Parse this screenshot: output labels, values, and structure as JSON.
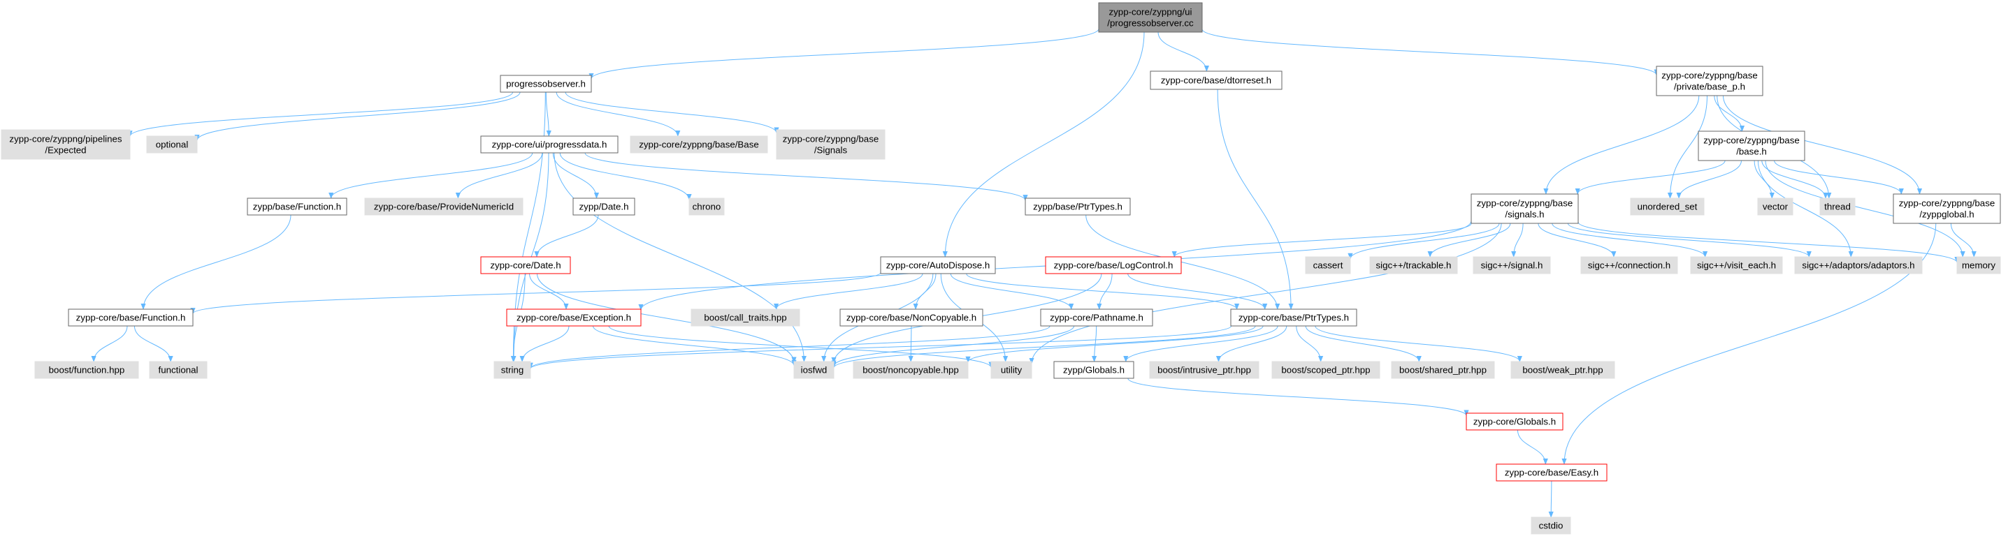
{
  "colors": {
    "edge": "#63b8ff",
    "root_fill": "#999999",
    "root_stroke": "#666666",
    "normal_fill": "#ffffff",
    "normal_stroke": "#666666",
    "external_fill": "#e0e0e0",
    "red_stroke": "#ff0000"
  },
  "nodes": [
    {
      "id": "root",
      "lines": [
        "zypp-core/zyppng/ui",
        "/progressobserver.cc"
      ],
      "kind": "root"
    },
    {
      "id": "progressobserver",
      "lines": [
        "progressobserver.h"
      ],
      "kind": "normal"
    },
    {
      "id": "dtorreset",
      "lines": [
        "zypp-core/base/dtorreset.h"
      ],
      "kind": "normal"
    },
    {
      "id": "base_p",
      "lines": [
        "zypp-core/zyppng/base",
        "/private/base_p.h"
      ],
      "kind": "normal"
    },
    {
      "id": "pipelines_expected",
      "lines": [
        "zypp-core/zyppng/pipelines",
        "/Expected"
      ],
      "kind": "external"
    },
    {
      "id": "optional",
      "lines": [
        "optional"
      ],
      "kind": "external"
    },
    {
      "id": "progressdata",
      "lines": [
        "zypp-core/ui/progressdata.h"
      ],
      "kind": "normal"
    },
    {
      "id": "zyppng_base_Base",
      "lines": [
        "zypp-core/zyppng/base/Base"
      ],
      "kind": "external"
    },
    {
      "id": "zyppng_base_Signals",
      "lines": [
        "zypp-core/zyppng/base",
        "/Signals"
      ],
      "kind": "external"
    },
    {
      "id": "base_h",
      "lines": [
        "zypp-core/zyppng/base",
        "/base.h"
      ],
      "kind": "normal"
    },
    {
      "id": "signals_h",
      "lines": [
        "zypp-core/zyppng/base",
        "/signals.h"
      ],
      "kind": "normal"
    },
    {
      "id": "zyppglobal",
      "lines": [
        "zypp-core/zyppng/base",
        "/zyppglobal.h"
      ],
      "kind": "normal"
    },
    {
      "id": "unordered_set",
      "lines": [
        "unordered_set"
      ],
      "kind": "external"
    },
    {
      "id": "vector",
      "lines": [
        "vector"
      ],
      "kind": "external"
    },
    {
      "id": "thread",
      "lines": [
        "thread"
      ],
      "kind": "external"
    },
    {
      "id": "zypp_base_Function",
      "lines": [
        "zypp/base/Function.h"
      ],
      "kind": "normal"
    },
    {
      "id": "ProvideNumericId",
      "lines": [
        "zypp-core/base/ProvideNumericId"
      ],
      "kind": "external"
    },
    {
      "id": "zypp_Date",
      "lines": [
        "zypp/Date.h"
      ],
      "kind": "normal"
    },
    {
      "id": "chrono",
      "lines": [
        "chrono"
      ],
      "kind": "external"
    },
    {
      "id": "zypp_base_PtrTypes",
      "lines": [
        "zypp/base/PtrTypes.h"
      ],
      "kind": "normal"
    },
    {
      "id": "core_Date",
      "lines": [
        "zypp-core/Date.h"
      ],
      "kind": "red"
    },
    {
      "id": "AutoDispose",
      "lines": [
        "zypp-core/AutoDispose.h"
      ],
      "kind": "normal"
    },
    {
      "id": "LogControl",
      "lines": [
        "zypp-core/base/LogControl.h"
      ],
      "kind": "red"
    },
    {
      "id": "cassert",
      "lines": [
        "cassert"
      ],
      "kind": "external"
    },
    {
      "id": "trackable",
      "lines": [
        "sigc++/trackable.h"
      ],
      "kind": "external"
    },
    {
      "id": "sigc_signal",
      "lines": [
        "sigc++/signal.h"
      ],
      "kind": "external"
    },
    {
      "id": "sigc_connection",
      "lines": [
        "sigc++/connection.h"
      ],
      "kind": "external"
    },
    {
      "id": "visit_each",
      "lines": [
        "sigc++/visit_each.h"
      ],
      "kind": "external"
    },
    {
      "id": "adaptors",
      "lines": [
        "sigc++/adaptors/adaptors.h"
      ],
      "kind": "external"
    },
    {
      "id": "memory",
      "lines": [
        "memory"
      ],
      "kind": "external"
    },
    {
      "id": "core_base_Function",
      "lines": [
        "zypp-core/base/Function.h"
      ],
      "kind": "normal"
    },
    {
      "id": "Exception",
      "lines": [
        "zypp-core/base/Exception.h"
      ],
      "kind": "red"
    },
    {
      "id": "call_traits",
      "lines": [
        "boost/call_traits.hpp"
      ],
      "kind": "external"
    },
    {
      "id": "NonCopyable",
      "lines": [
        "zypp-core/base/NonCopyable.h"
      ],
      "kind": "normal"
    },
    {
      "id": "Pathname",
      "lines": [
        "zypp-core/Pathname.h"
      ],
      "kind": "normal"
    },
    {
      "id": "core_base_PtrTypes",
      "lines": [
        "zypp-core/base/PtrTypes.h"
      ],
      "kind": "normal"
    },
    {
      "id": "boost_function",
      "lines": [
        "boost/function.hpp"
      ],
      "kind": "external"
    },
    {
      "id": "functional",
      "lines": [
        "functional"
      ],
      "kind": "external"
    },
    {
      "id": "string",
      "lines": [
        "string"
      ],
      "kind": "external"
    },
    {
      "id": "iosfwd",
      "lines": [
        "iosfwd"
      ],
      "kind": "external"
    },
    {
      "id": "noncopyable",
      "lines": [
        "boost/noncopyable.hpp"
      ],
      "kind": "external"
    },
    {
      "id": "utility",
      "lines": [
        "utility"
      ],
      "kind": "external"
    },
    {
      "id": "zypp_Globals",
      "lines": [
        "zypp/Globals.h"
      ],
      "kind": "normal"
    },
    {
      "id": "intrusive_ptr",
      "lines": [
        "boost/intrusive_ptr.hpp"
      ],
      "kind": "external"
    },
    {
      "id": "scoped_ptr",
      "lines": [
        "boost/scoped_ptr.hpp"
      ],
      "kind": "external"
    },
    {
      "id": "shared_ptr",
      "lines": [
        "boost/shared_ptr.hpp"
      ],
      "kind": "external"
    },
    {
      "id": "weak_ptr",
      "lines": [
        "boost/weak_ptr.hpp"
      ],
      "kind": "external"
    },
    {
      "id": "core_Globals",
      "lines": [
        "zypp-core/Globals.h"
      ],
      "kind": "red"
    },
    {
      "id": "Easy",
      "lines": [
        "zypp-core/base/Easy.h"
      ],
      "kind": "red"
    },
    {
      "id": "cstdio",
      "lines": [
        "cstdio"
      ],
      "kind": "external"
    }
  ],
  "edges": [
    [
      "root",
      "progressobserver"
    ],
    [
      "root",
      "dtorreset"
    ],
    [
      "root",
      "base_p"
    ],
    [
      "root",
      "AutoDispose"
    ],
    [
      "progressobserver",
      "pipelines_expected"
    ],
    [
      "progressobserver",
      "optional"
    ],
    [
      "progressobserver",
      "progressdata"
    ],
    [
      "progressobserver",
      "zyppng_base_Base"
    ],
    [
      "progressobserver",
      "zyppng_base_Signals"
    ],
    [
      "progressobserver",
      "string"
    ],
    [
      "dtorreset",
      "core_base_PtrTypes"
    ],
    [
      "base_p",
      "base_h"
    ],
    [
      "base_p",
      "signals_h"
    ],
    [
      "base_p",
      "zyppglobal"
    ],
    [
      "base_p",
      "unordered_set"
    ],
    [
      "base_p",
      "thread"
    ],
    [
      "base_h",
      "signals_h"
    ],
    [
      "base_h",
      "zyppglobal"
    ],
    [
      "base_h",
      "unordered_set"
    ],
    [
      "base_h",
      "vector"
    ],
    [
      "base_h",
      "thread"
    ],
    [
      "base_h",
      "adaptors"
    ],
    [
      "base_h",
      "memory"
    ],
    [
      "zyppglobal",
      "memory"
    ],
    [
      "zyppglobal",
      "Easy"
    ],
    [
      "signals_h",
      "cassert"
    ],
    [
      "signals_h",
      "trackable"
    ],
    [
      "signals_h",
      "sigc_signal"
    ],
    [
      "signals_h",
      "sigc_connection"
    ],
    [
      "signals_h",
      "visit_each"
    ],
    [
      "signals_h",
      "adaptors"
    ],
    [
      "signals_h",
      "memory"
    ],
    [
      "signals_h",
      "LogControl"
    ],
    [
      "signals_h",
      "Exception"
    ],
    [
      "signals_h",
      "utility"
    ],
    [
      "progressdata",
      "zypp_base_Function"
    ],
    [
      "progressdata",
      "ProvideNumericId"
    ],
    [
      "progressdata",
      "zypp_Date"
    ],
    [
      "progressdata",
      "chrono"
    ],
    [
      "progressdata",
      "zypp_base_PtrTypes"
    ],
    [
      "progressdata",
      "string"
    ],
    [
      "progressdata",
      "iosfwd"
    ],
    [
      "zypp_base_Function",
      "core_base_Function"
    ],
    [
      "zypp_Date",
      "core_Date"
    ],
    [
      "zypp_base_PtrTypes",
      "core_base_PtrTypes"
    ],
    [
      "core_Date",
      "Exception"
    ],
    [
      "core_Date",
      "string"
    ],
    [
      "core_Date",
      "iosfwd"
    ],
    [
      "AutoDispose",
      "core_base_Function"
    ],
    [
      "AutoDispose",
      "call_traits"
    ],
    [
      "AutoDispose",
      "NonCopyable"
    ],
    [
      "AutoDispose",
      "Pathname"
    ],
    [
      "AutoDispose",
      "core_base_PtrTypes"
    ],
    [
      "AutoDispose",
      "iosfwd"
    ],
    [
      "AutoDispose",
      "utility"
    ],
    [
      "LogControl",
      "Pathname"
    ],
    [
      "LogControl",
      "core_base_PtrTypes"
    ],
    [
      "LogControl",
      "iosfwd"
    ],
    [
      "core_base_Function",
      "boost_function"
    ],
    [
      "core_base_Function",
      "functional"
    ],
    [
      "Exception",
      "string"
    ],
    [
      "Exception",
      "iosfwd"
    ],
    [
      "Exception",
      "utility"
    ],
    [
      "NonCopyable",
      "noncopyable"
    ],
    [
      "Pathname",
      "string"
    ],
    [
      "Pathname",
      "iosfwd"
    ],
    [
      "Pathname",
      "zypp_Globals"
    ],
    [
      "core_base_PtrTypes",
      "string"
    ],
    [
      "core_base_PtrTypes",
      "iosfwd"
    ],
    [
      "core_base_PtrTypes",
      "zypp_Globals"
    ],
    [
      "core_base_PtrTypes",
      "intrusive_ptr"
    ],
    [
      "core_base_PtrTypes",
      "scoped_ptr"
    ],
    [
      "core_base_PtrTypes",
      "shared_ptr"
    ],
    [
      "core_base_PtrTypes",
      "weak_ptr"
    ],
    [
      "core_base_PtrTypes",
      "noncopyable"
    ],
    [
      "zypp_Globals",
      "core_Globals"
    ],
    [
      "core_Globals",
      "Easy"
    ],
    [
      "Easy",
      "cstdio"
    ]
  ]
}
